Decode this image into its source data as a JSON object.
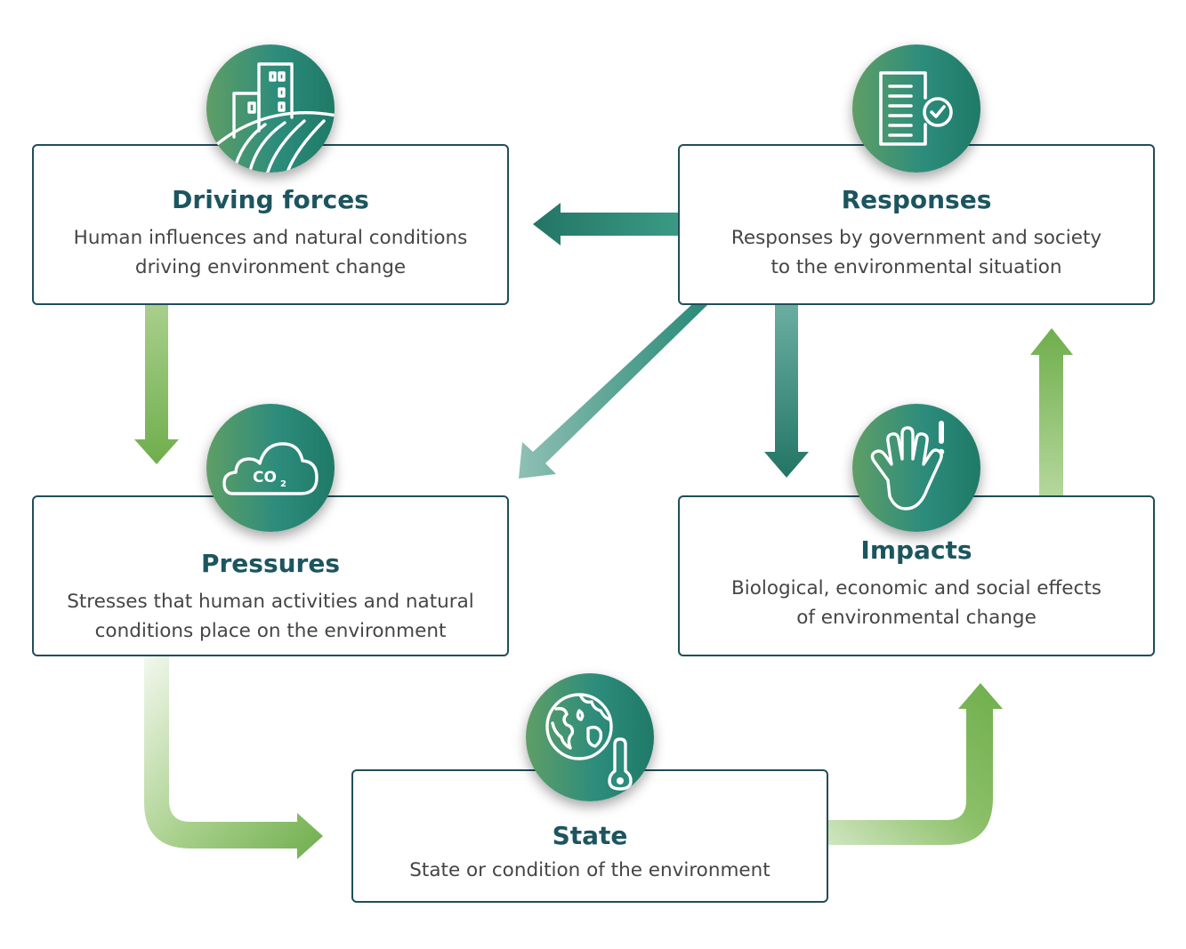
{
  "nodes": {
    "driving_forces": {
      "title": "Driving forces",
      "description": "Human influences and natural conditions\ndriving environment change",
      "icon": "city-landscape-icon"
    },
    "pressures": {
      "title": "Pressures",
      "description": "Stresses that human activities and natural\nconditions place on the environment",
      "icon": "co2-cloud-icon",
      "icon_text": "CO",
      "icon_subscript": "2"
    },
    "state": {
      "title": "State",
      "description": "State or condition of the environment",
      "icon": "globe-thermometer-icon"
    },
    "impacts": {
      "title": "Impacts",
      "description": "Biological, economic and social effects\nof environmental change",
      "icon": "hand-warning-icon"
    },
    "responses": {
      "title": "Responses",
      "description": "Responses by government and society\nto the environmental situation",
      "icon": "document-check-icon"
    }
  },
  "colors": {
    "box_border": "#1f4e5a",
    "title": "#1c5560",
    "text": "#454545",
    "arrow_green": "#6fae4c",
    "arrow_teal": "#2a8a78"
  }
}
